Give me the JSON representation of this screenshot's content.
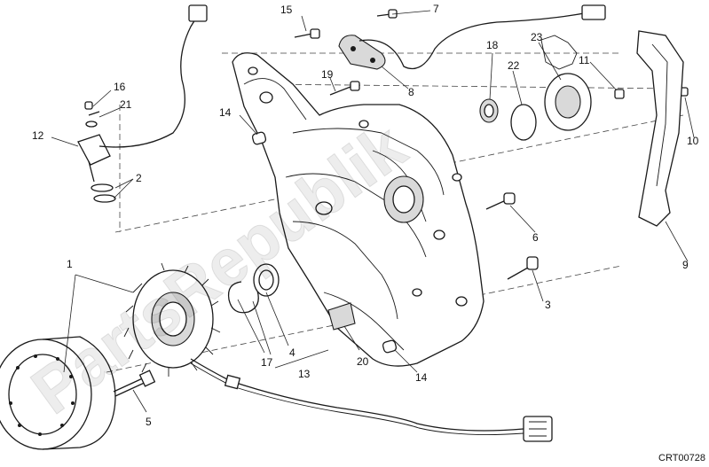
{
  "diagram": {
    "watermark": "PartsRepublik",
    "diagram_code": "CRT00728",
    "callouts": [
      {
        "id": "c1",
        "text": "1"
      },
      {
        "id": "c2",
        "text": "2"
      },
      {
        "id": "c3",
        "text": "3"
      },
      {
        "id": "c4",
        "text": "4"
      },
      {
        "id": "c5",
        "text": "5"
      },
      {
        "id": "c6",
        "text": "6"
      },
      {
        "id": "c7",
        "text": "7"
      },
      {
        "id": "c8",
        "text": "8"
      },
      {
        "id": "c9",
        "text": "9"
      },
      {
        "id": "c10",
        "text": "10"
      },
      {
        "id": "c11",
        "text": "11"
      },
      {
        "id": "c12",
        "text": "12"
      },
      {
        "id": "c13",
        "text": "13"
      },
      {
        "id": "c14a",
        "text": "14"
      },
      {
        "id": "c14b",
        "text": "14"
      },
      {
        "id": "c15",
        "text": "15"
      },
      {
        "id": "c16",
        "text": "16"
      },
      {
        "id": "c17",
        "text": "17"
      },
      {
        "id": "c18",
        "text": "18"
      },
      {
        "id": "c19",
        "text": "19"
      },
      {
        "id": "c20",
        "text": "20"
      },
      {
        "id": "c21",
        "text": "21"
      },
      {
        "id": "c22",
        "text": "22"
      },
      {
        "id": "c23",
        "text": "23"
      }
    ]
  }
}
